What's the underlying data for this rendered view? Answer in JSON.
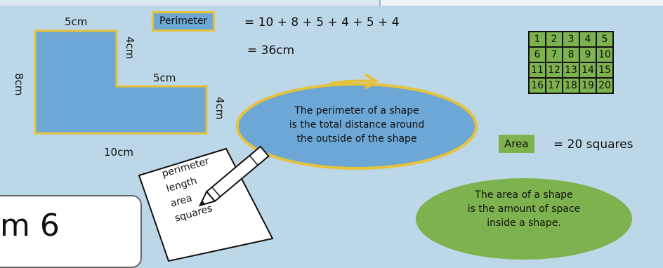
{
  "shape": {
    "top_label": "5cm",
    "inner_vertical_label": "4cm",
    "inner_horizontal_label": "5cm",
    "right_label": "4cm",
    "left_label": "8cm",
    "bottom_label": "10cm"
  },
  "perimeter": {
    "label": "Perimeter",
    "equation": "= 10 + 8 + 5 + 4 + 5 + 4",
    "result": "= 36cm",
    "definition": [
      "The perimeter of a shape",
      "is the total distance around",
      "the outside of the shape"
    ]
  },
  "note": {
    "lines": [
      "perimeter",
      "length",
      "area",
      "squares"
    ]
  },
  "area": {
    "grid": [
      [
        1,
        2,
        3,
        4,
        5
      ],
      [
        6,
        7,
        8,
        9,
        10
      ],
      [
        11,
        12,
        13,
        14,
        15
      ],
      [
        16,
        17,
        18,
        19,
        20
      ]
    ],
    "label": "Area",
    "value": "= 20 squares",
    "definition": [
      "The area of a shape",
      "is the amount of space",
      "inside a shape."
    ]
  },
  "card": {
    "text": "m 6"
  },
  "colors": {
    "background": "#bcd7e8",
    "shape_fill": "#6da7d6",
    "shape_border": "#e6c23a",
    "area_green": "#7db24e"
  }
}
